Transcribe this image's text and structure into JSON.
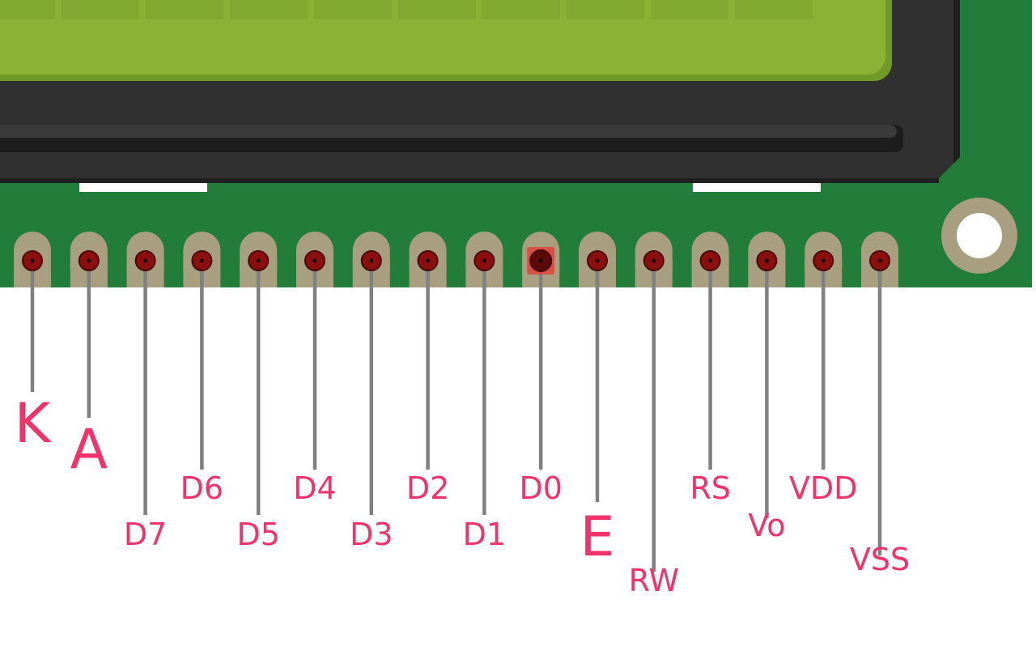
{
  "diagram": {
    "pins": [
      {
        "label": "K",
        "size": "lg",
        "highlighted": false
      },
      {
        "label": "A",
        "size": "lg",
        "highlighted": false
      },
      {
        "label": "D7",
        "size": "sm",
        "highlighted": false
      },
      {
        "label": "D6",
        "size": "sm",
        "highlighted": false
      },
      {
        "label": "D5",
        "size": "sm",
        "highlighted": false
      },
      {
        "label": "D4",
        "size": "sm",
        "highlighted": false
      },
      {
        "label": "D3",
        "size": "sm",
        "highlighted": false
      },
      {
        "label": "D2",
        "size": "sm",
        "highlighted": false
      },
      {
        "label": "D1",
        "size": "sm",
        "highlighted": false
      },
      {
        "label": "D0",
        "size": "sm",
        "highlighted": true
      },
      {
        "label": "E",
        "size": "lg",
        "highlighted": false
      },
      {
        "label": "RW",
        "size": "sm",
        "highlighted": false
      },
      {
        "label": "RS",
        "size": "sm",
        "highlighted": false
      },
      {
        "label": "Vo",
        "size": "sm",
        "highlighted": false
      },
      {
        "label": "VDD",
        "size": "sm",
        "highlighted": false
      },
      {
        "label": "VSS",
        "size": "sm",
        "highlighted": false
      }
    ],
    "colors": {
      "pcb": "#217d39",
      "lcd_screen": "#8ab234",
      "lcd_screen_dark": "#6f9a28",
      "bezel": "#303030",
      "pad": "#a89f80",
      "hole": "#8b0f0f",
      "lead": "#808080",
      "label": "#f2336b",
      "highlight": "#e0413b"
    }
  }
}
